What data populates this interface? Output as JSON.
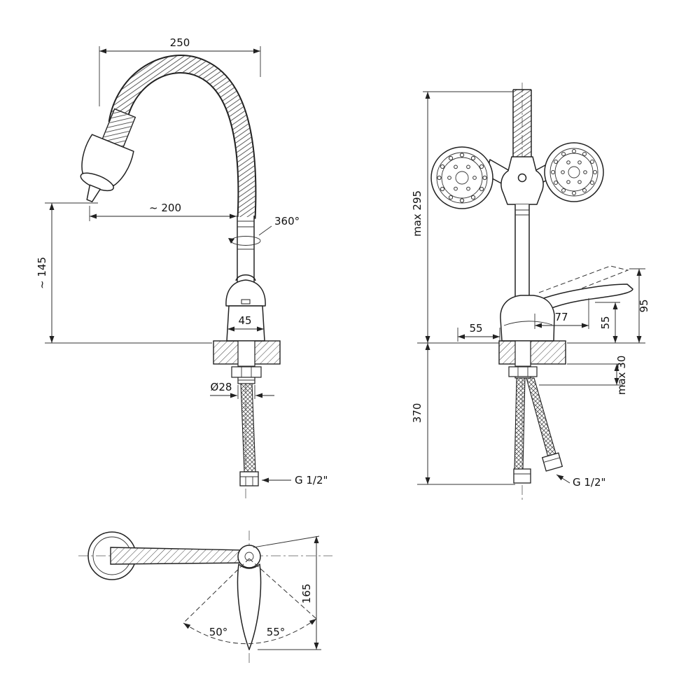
{
  "drawing": {
    "ink_color": "#222222",
    "front_view": {
      "dim_top_width": "250",
      "dim_spout_reach": "~ 200",
      "dim_swivel": "360°",
      "dim_spout_height": "~ 145",
      "dim_body_width": "45",
      "dim_shank_diameter": "Ø28",
      "dim_thread": "G 1/2\""
    },
    "side_view": {
      "dim_max_height": "max 295",
      "dim_handle_reach": "77",
      "dim_handle_top_height": "95",
      "dim_lever_height": "55",
      "dim_body_offset": "55",
      "dim_deck_thickness": "max 30",
      "dim_hose_drop": "370",
      "dim_thread": "G 1/2\""
    },
    "top_view": {
      "dim_handle_length": "165",
      "dim_swing_left": "50°",
      "dim_swing_right": "55°"
    }
  }
}
